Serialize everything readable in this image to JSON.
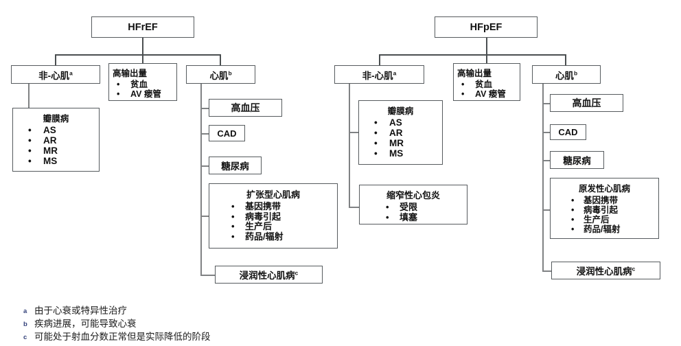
{
  "diagram": {
    "title_left": "HFrEF",
    "title_right": "HFpEF",
    "labels": {
      "non_cardiac": "非-心肌",
      "non_cardiac_sup": "a",
      "high_output": "高输出量",
      "myocardium": "心肌",
      "myocardium_sup": "b",
      "valvular": "瓣膜病",
      "hypertension": "高血压",
      "cad": "CAD",
      "diabetes": "糖尿病",
      "dilated_cm": "扩张型心肌病",
      "primary_cm": "原发性心肌病",
      "infiltrative_cm": "浸润性心肌病",
      "infiltrative_cm_sup": "c",
      "constrictive_pericarditis": "缩窄性心包炎"
    },
    "lists": {
      "high_output_items": [
        "贫血",
        "AV 瘘管"
      ],
      "valvular_items": [
        "AS",
        "AR",
        "MR",
        "MS"
      ],
      "cardiomyopathy_items": [
        "基因携带",
        "病毒引起",
        "生产后",
        "药品/辐射"
      ],
      "pericarditis_items": [
        "受限",
        "填塞"
      ]
    }
  },
  "footnotes": [
    {
      "mark": "a",
      "text": "由于心衰或特异性治疗"
    },
    {
      "mark": "b",
      "text": "疾病进展，可能导致心衰"
    },
    {
      "mark": "c",
      "text": "可能处于射血分数正常但是实际降低的阶段"
    }
  ],
  "colors": {
    "box_border": "#555a5d",
    "connector": "#7f8183",
    "text": "#111111",
    "footnote_mark": "#33417a",
    "background": "#ffffff"
  }
}
